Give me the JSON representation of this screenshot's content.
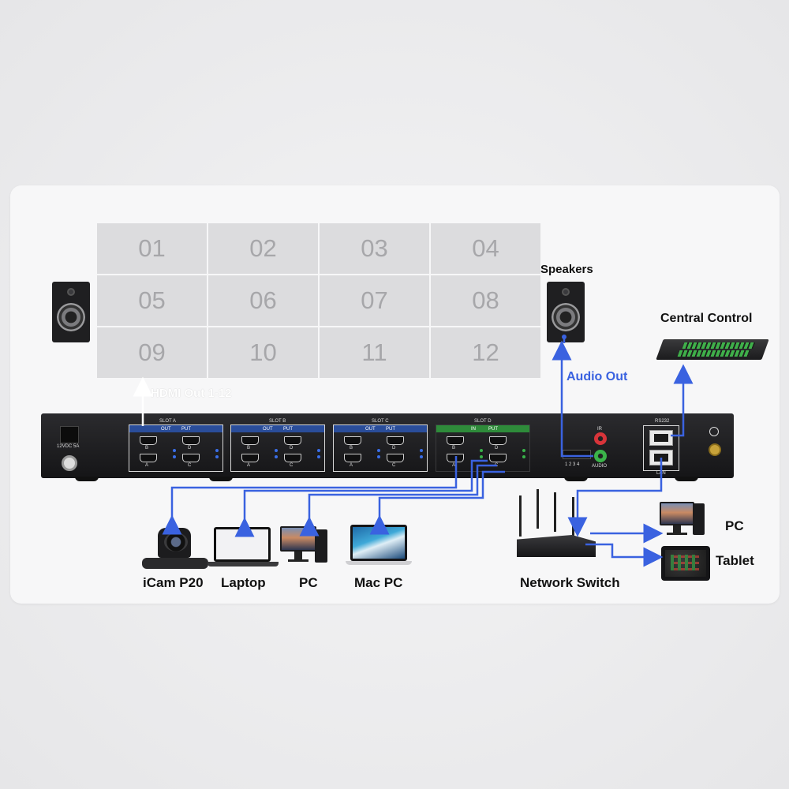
{
  "wall": {
    "tiles": [
      "01",
      "02",
      "03",
      "04",
      "05",
      "06",
      "07",
      "08",
      "09",
      "10",
      "11",
      "12"
    ]
  },
  "labels": {
    "speakers": "Speakers",
    "central_control": "Central Control",
    "audio_out": "Audio Out",
    "hdmi_out": "HDMI Out 1-12",
    "icam": "iCam P20",
    "laptop": "Laptop",
    "pc_source": "PC",
    "mac_pc": "Mac PC",
    "network_switch": "Network Switch",
    "pc_net": "PC",
    "tablet": "Tablet"
  },
  "unit": {
    "power_label": "12VDC 5A",
    "slots": [
      {
        "name": "SLOT A",
        "out": "OUT",
        "put": "PUT"
      },
      {
        "name": "SLOT B",
        "out": "OUT",
        "put": "PUT"
      },
      {
        "name": "SLOT C",
        "out": "OUT",
        "put": "PUT"
      },
      {
        "name": "SLOT D",
        "out": "IN",
        "put": "PUT"
      }
    ],
    "port_letters": [
      "B",
      "D",
      "A",
      "C"
    ],
    "ir_label": "IR",
    "audio_label": "AUDIO",
    "audio_pins": "1 2 3 4",
    "rs232_label": "RS232",
    "lan_label": "LAN"
  },
  "colors": {
    "wire": "#3a62e0",
    "slot_blue": "#2a4d9a",
    "slot_green": "#2e8b3a",
    "audio_out_text": "#3a62e0"
  }
}
